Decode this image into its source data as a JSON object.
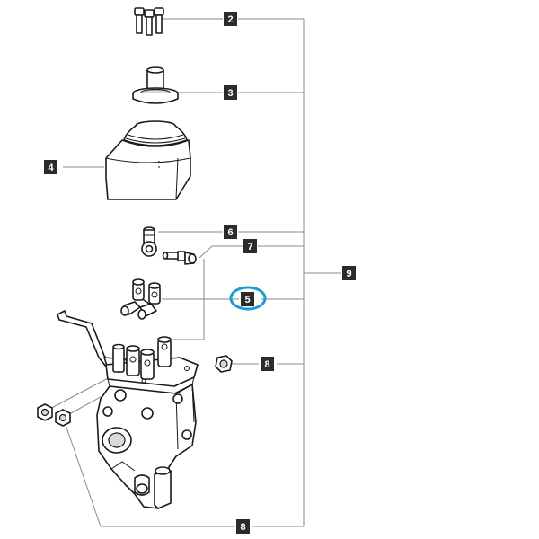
{
  "callouts": {
    "c2": "2",
    "c3": "3",
    "c4": "4",
    "c5": "5",
    "c6": "6",
    "c7": "7",
    "c8a": "8",
    "c8b": "8",
    "c9": "9"
  },
  "colors": {
    "highlight": "#1e9bd7",
    "label_bg": "#2b2b2b",
    "line": "#8a8a8a"
  }
}
